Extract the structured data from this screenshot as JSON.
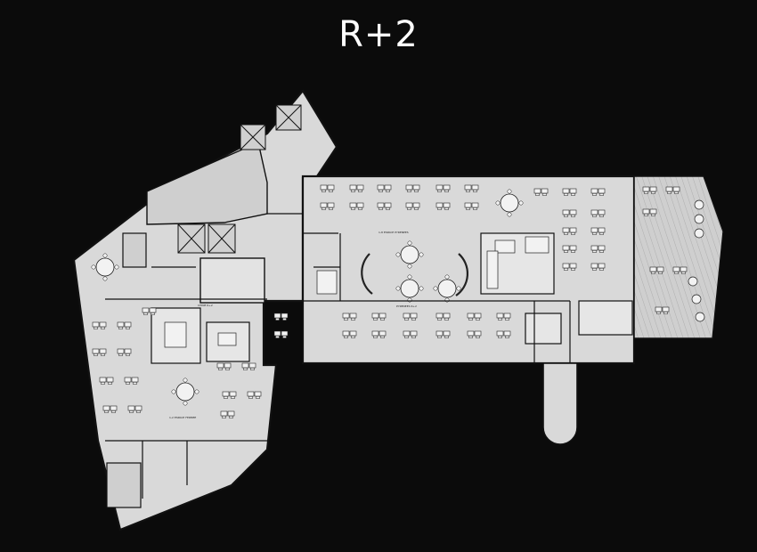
{
  "title": "R+2",
  "colors": {
    "background": "#0b0b0b",
    "floor": "#d9d9d9",
    "wall": "#111111",
    "terrace": "#cfcfcf",
    "furniture": "#f2f2f2",
    "title_text": "#ffffff"
  },
  "room_labels": {
    "chine": "CHINE R+2",
    "pyrenees": "PYRENEES R+2",
    "espace_center": "1-8 ESPACE PYRENEES",
    "espace_left": "1-2 ESPACE FERMEE"
  }
}
